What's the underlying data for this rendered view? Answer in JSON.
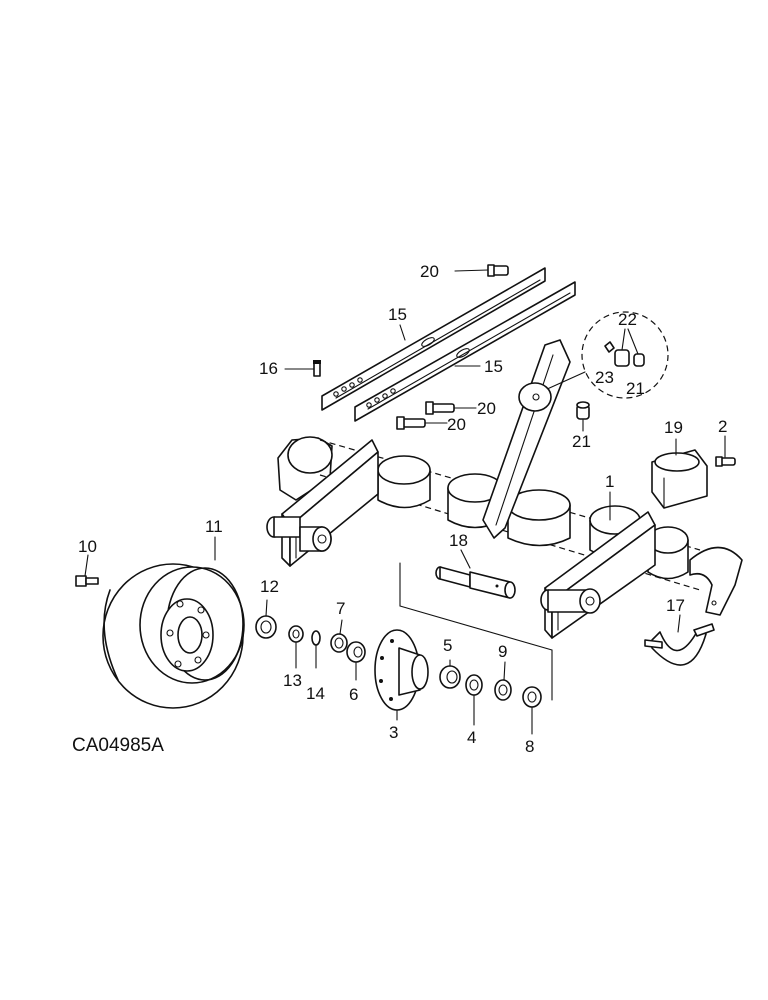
{
  "callouts": {
    "c1": "1",
    "c2": "2",
    "c3": "3",
    "c4": "4",
    "c5": "5",
    "c6": "6",
    "c7": "7",
    "c8": "8",
    "c9": "9",
    "c10": "10",
    "c11": "11",
    "c12": "12",
    "c13": "13",
    "c14": "14",
    "c15a": "15",
    "c15b": "15",
    "c16": "16",
    "c17": "17",
    "c18": "18",
    "c19": "19",
    "c20a": "20",
    "c20b": "20",
    "c20c": "20",
    "c21a": "21",
    "c21b": "21",
    "c22": "22",
    "c23": "23"
  },
  "figure_code": "CA04985A"
}
